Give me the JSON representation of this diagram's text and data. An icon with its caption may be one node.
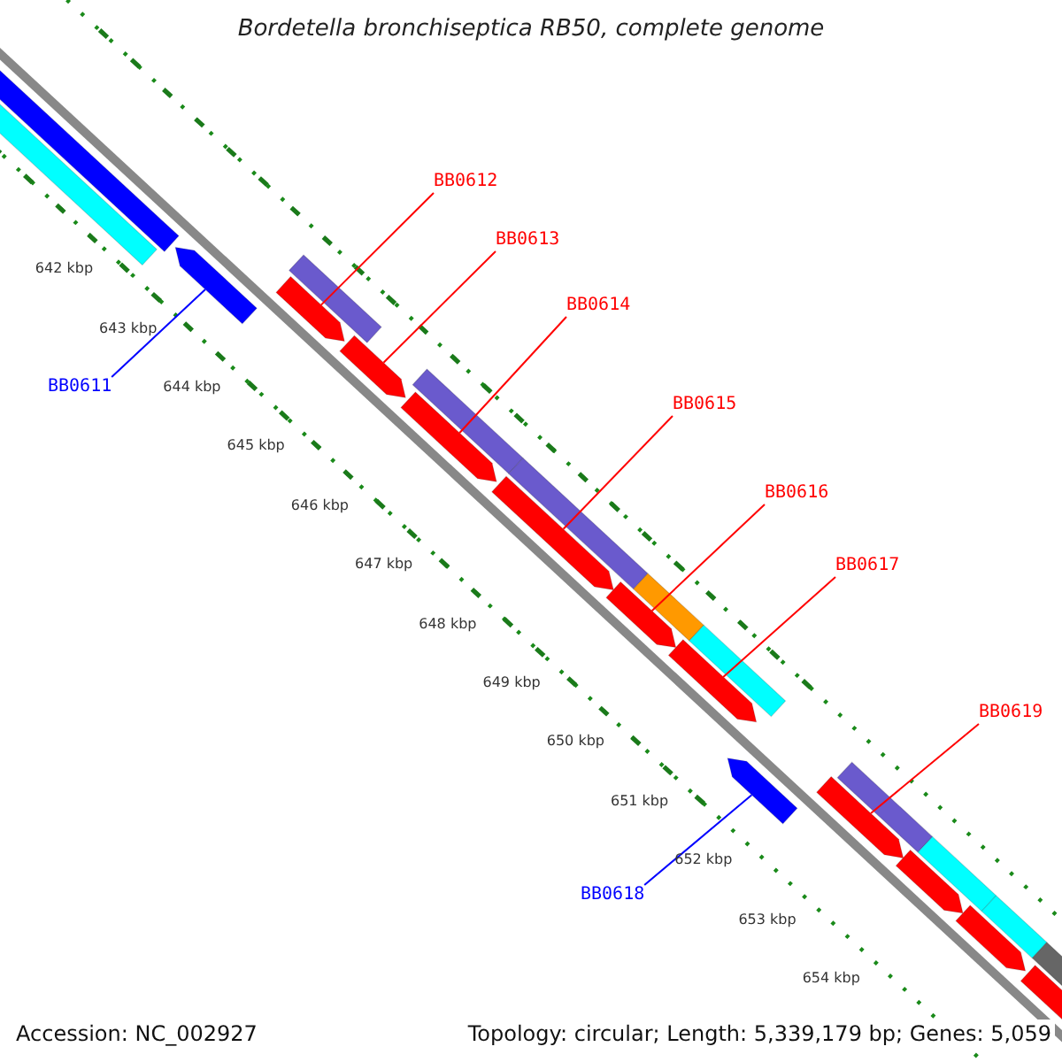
{
  "diagram": {
    "title": "Bordetella bronchiseptica RB50, complete genome",
    "nodes": [
      {
        "text": [
          "BB0612"
        ]
      },
      {
        "text": [
          "BB0613"
        ]
      },
      {
        "text": [
          "BB0614"
        ]
      },
      {
        "text": [
          "BB0611"
        ]
      },
      {
        "text": [
          "BB0615"
        ]
      },
      {
        "text": [
          "BB0616"
        ]
      },
      {
        "text": [
          "BB0617"
        ]
      },
      {
        "text": [
          "BB0619"
        ]
      },
      {
        "text": [
          "BB0618"
        ]
      }
    ],
    "edges": [
      {
        "from": 0,
        "to": null,
        "arrow": "none"
      },
      {
        "from": 1,
        "to": null,
        "arrow": "none"
      },
      {
        "from": 2,
        "to": null,
        "arrow": "none"
      },
      {
        "from": 3,
        "to": null,
        "arrow": "none",
        "color": "#0000ff"
      },
      {
        "from": 4,
        "to": null,
        "arrow": "none"
      },
      {
        "from": 5,
        "to": null,
        "arrow": "none"
      },
      {
        "from": 6,
        "to": null,
        "arrow": "none"
      },
      {
        "from": 7,
        "to": null,
        "arrow": "none"
      },
      {
        "from": 8,
        "to": null,
        "arrow": "none",
        "color": "#0000ff"
      }
    ],
    "labels": [
      "642 kbp",
      "643 kbp",
      "644 kbp",
      "645 kbp",
      "646 kbp",
      "647 kbp",
      "648 kbp",
      "649 kbp",
      "650 kbp",
      "651 kbp",
      "652 kbp",
      "653 kbp",
      "654 kbp",
      "Accession: NC_002927",
      "Topology: circular; Length: 5,339,179 bp; Genes: 5,059"
    ]
  }
}
